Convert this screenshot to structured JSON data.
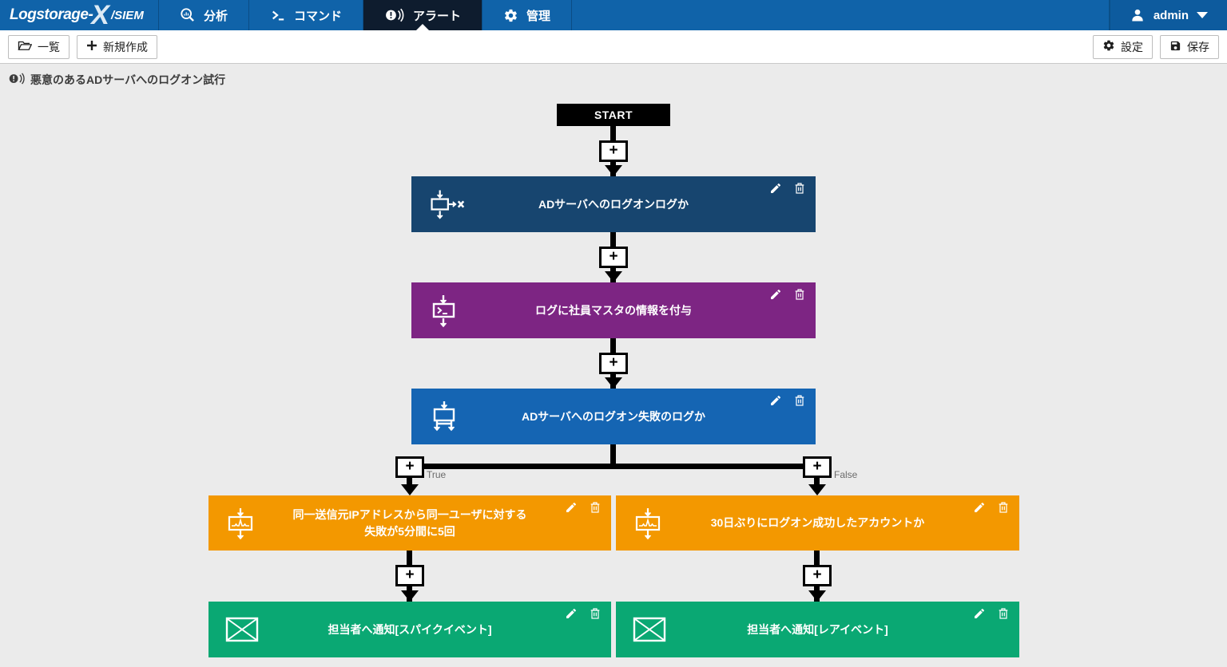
{
  "navbar": {
    "logo": {
      "text": "Logstorage-",
      "x": "X",
      "suffix": "/SIEM"
    },
    "items": [
      {
        "label": "分析"
      },
      {
        "label": "コマンド"
      },
      {
        "label": "アラート",
        "active": true
      },
      {
        "label": "管理"
      }
    ],
    "user": {
      "name": "admin"
    }
  },
  "toolbar": {
    "list_label": "一覧",
    "new_label": "新規作成",
    "settings_label": "設定",
    "save_label": "保存"
  },
  "page": {
    "title": "悪意のあるADサーバへのログオン試行"
  },
  "flow": {
    "start_label": "START",
    "plus_label": "+",
    "branch_labels": {
      "true": "True",
      "false": "False"
    },
    "nodes": [
      {
        "label": "ADサーバへのログオンログか",
        "type": "filter",
        "color": "#17456f"
      },
      {
        "label": "ログに社員マスタの情報を付与",
        "type": "command",
        "color": "#7d2583"
      },
      {
        "label": "ADサーバへのログオン失敗のログか",
        "type": "branch",
        "color": "#1565b3"
      },
      {
        "label": "同一送信元IPアドレスから同一ユーザに対する\n失敗が5分間に5回",
        "type": "spike",
        "color": "#f39800"
      },
      {
        "label": "30日ぶりにログオン成功したアカウントか",
        "type": "spike",
        "color": "#f39800"
      },
      {
        "label": "担当者へ通知[スパイクイベント]",
        "type": "mail",
        "color": "#0aa873"
      },
      {
        "label": "担当者へ通知[レアイベント]",
        "type": "mail",
        "color": "#0aa873"
      }
    ]
  },
  "colors": {
    "navbar_bg": "#1063a9",
    "navbar_active_bg": "#0e1c2e",
    "start_bg": "#000000",
    "canvas_bg": "#ebebeb"
  }
}
